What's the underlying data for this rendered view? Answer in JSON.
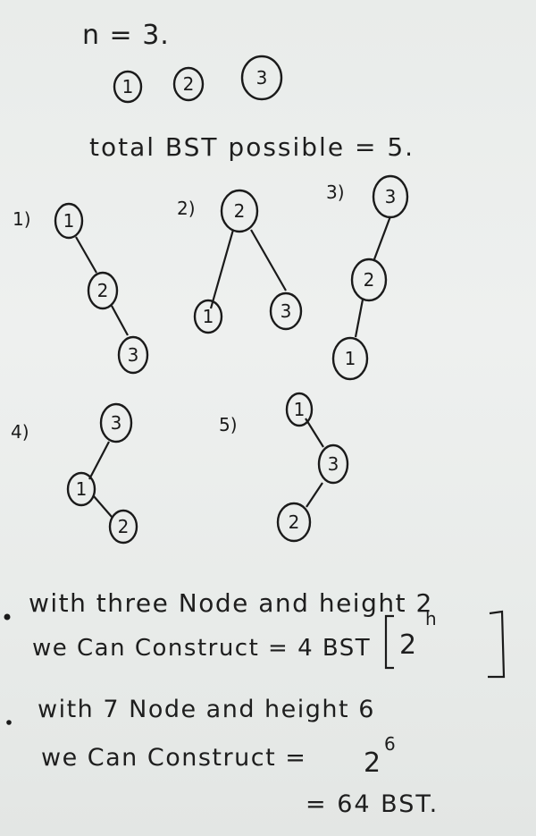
{
  "header": {
    "n_line": "n = 3.",
    "keys": [
      "1",
      "2",
      "3"
    ],
    "total_line": "total BST possible = 5."
  },
  "trees": [
    {
      "label": "1)",
      "nodes": [
        "1",
        "2",
        "3"
      ],
      "shape": "right-right"
    },
    {
      "label": "2)",
      "nodes": [
        "2",
        "1",
        "3"
      ],
      "shape": "balanced"
    },
    {
      "label": "3)",
      "nodes": [
        "3",
        "2",
        "1"
      ],
      "shape": "left-left"
    },
    {
      "label": "4)",
      "nodes": [
        "3",
        "1",
        "2"
      ],
      "shape": "left-right"
    },
    {
      "label": "5)",
      "nodes": [
        "1",
        "3",
        "2"
      ],
      "shape": "right-left"
    }
  ],
  "notes": {
    "note1_line1": "with three Node and height 2",
    "note1_line2": "we Can Construct = 4 BST",
    "note1_formula_base": "2",
    "note1_formula_exp": "h",
    "note2_line1": "with 7 Node and height 6",
    "note2_line2": "we Can Construct =",
    "note2_power_base": "2",
    "note2_power_exp": "6",
    "note2_result": "= 64 BST."
  }
}
